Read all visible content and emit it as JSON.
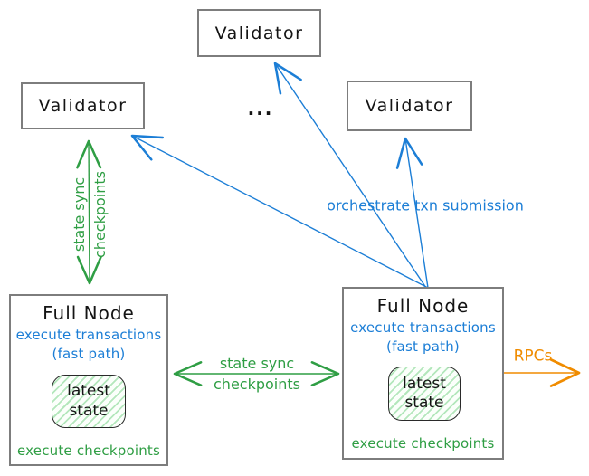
{
  "diagram_title": "validator / full node state sync topology",
  "colors": {
    "blue": "#1c7ed6",
    "green": "#2f9e44",
    "orange": "#f08c00",
    "box_border_gray": "#7d7d7d",
    "text_black": "#141414",
    "state_fill_green": "#b2f2bb"
  },
  "validators": {
    "top": {
      "label": "Validator"
    },
    "left": {
      "label": "Validator"
    },
    "right": {
      "label": "Validator"
    }
  },
  "ellipsis": "...",
  "full_node_left": {
    "title": "Full Node",
    "exec_transactions": "execute transactions",
    "fast_path": "(fast path)",
    "latest_state": "latest\nstate",
    "exec_checkpoints": "execute checkpoints"
  },
  "full_node_right": {
    "title": "Full Node",
    "exec_transactions": "execute transactions",
    "fast_path": "(fast path)",
    "latest_state": "latest\nstate",
    "exec_checkpoints": "execute checkpoints"
  },
  "edge_labels": {
    "state_sync_vertical": "state sync\ncheckpoints",
    "state_sync_horizontal": "state sync\ncheckpoints",
    "orchestrate": "orchestrate txn submission",
    "rpcs": "RPCs"
  }
}
